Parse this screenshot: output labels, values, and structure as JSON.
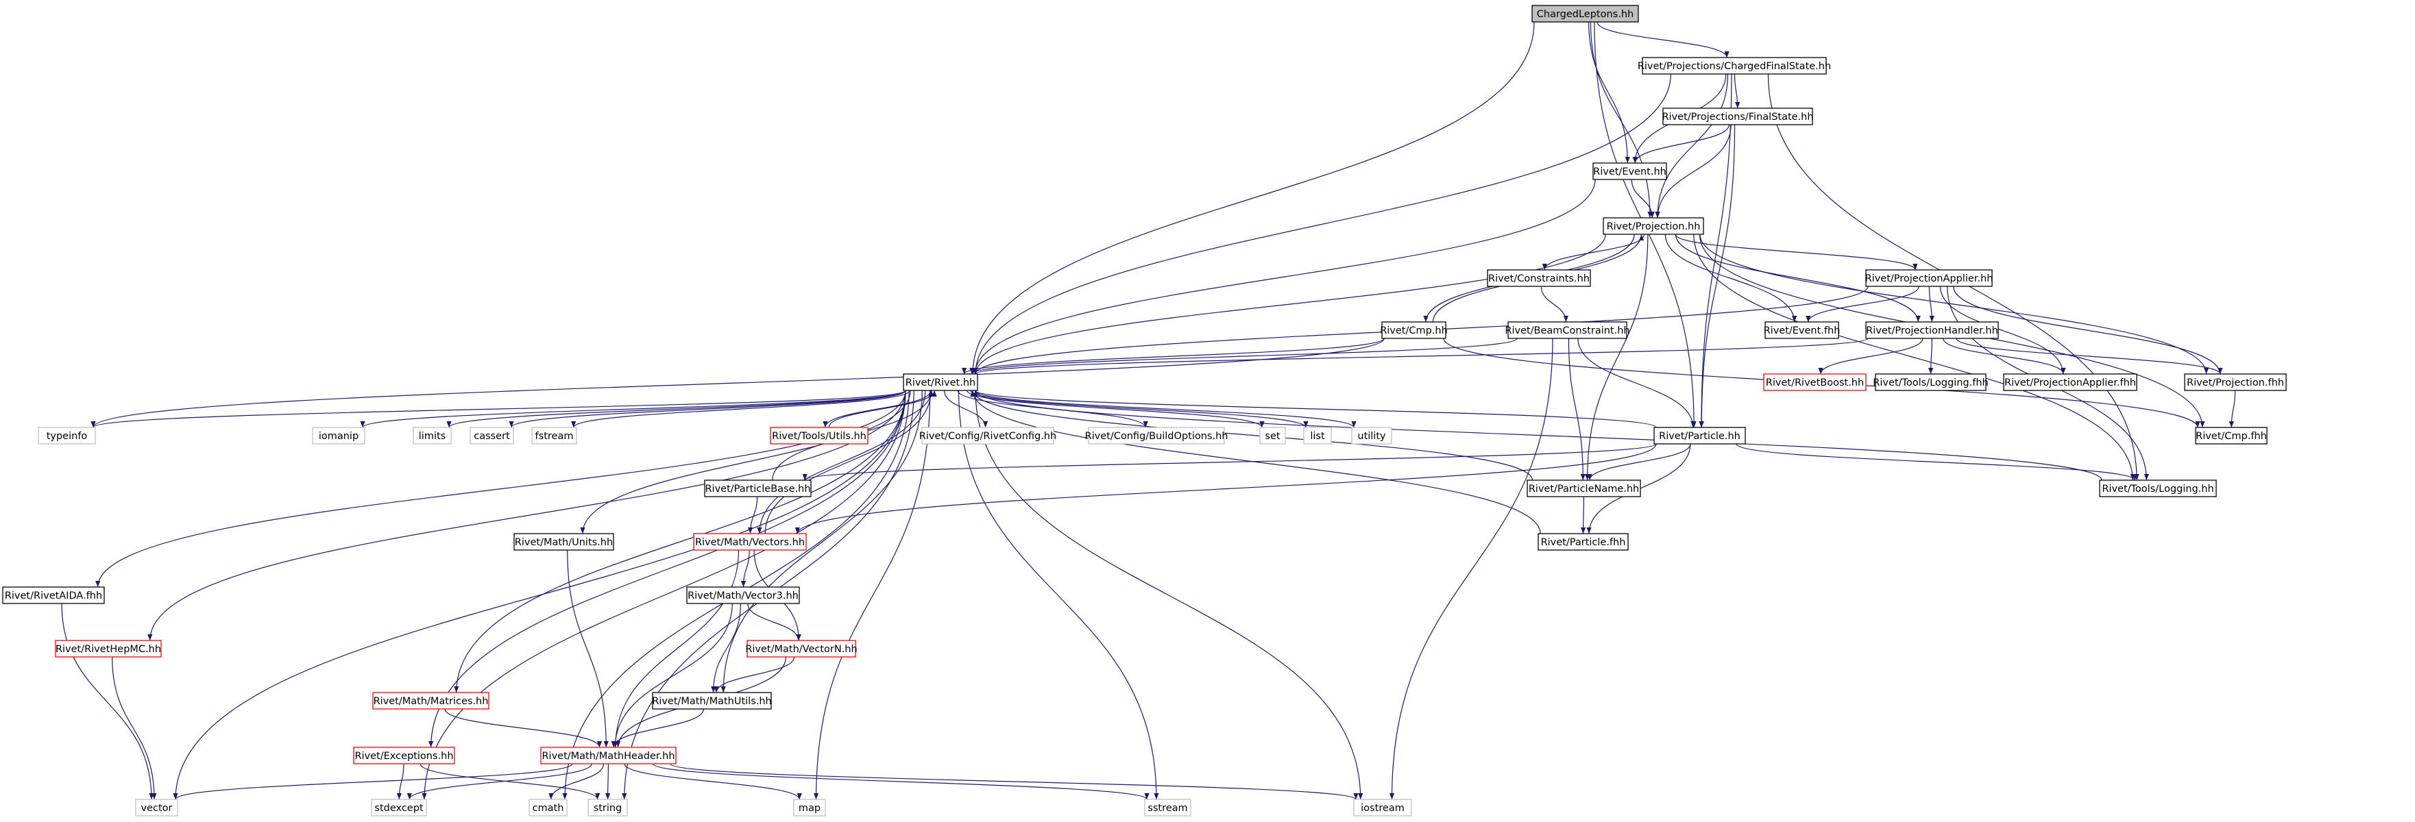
{
  "graph": {
    "nodes": [
      {
        "id": "charged_leptons",
        "label": "ChargedLeptons.hh",
        "style": "root"
      },
      {
        "id": "charged_fs",
        "label": "Rivet/Projections/ChargedFinalState.hh",
        "style": "normal"
      },
      {
        "id": "final_state",
        "label": "Rivet/Projections/FinalState.hh",
        "style": "normal"
      },
      {
        "id": "event_hh",
        "label": "Rivet/Event.hh",
        "style": "normal"
      },
      {
        "id": "projection_hh",
        "label": "Rivet/Projection.hh",
        "style": "normal"
      },
      {
        "id": "constraints_hh",
        "label": "Rivet/Constraints.hh",
        "style": "normal"
      },
      {
        "id": "projection_applier_hh",
        "label": "Rivet/ProjectionApplier.hh",
        "style": "normal"
      },
      {
        "id": "cmp_hh",
        "label": "Rivet/Cmp.hh",
        "style": "normal"
      },
      {
        "id": "beam_constraint_hh",
        "label": "Rivet/BeamConstraint.hh",
        "style": "normal"
      },
      {
        "id": "event_fhh",
        "label": "Rivet/Event.fhh",
        "style": "normal"
      },
      {
        "id": "projection_handler_hh",
        "label": "Rivet/ProjectionHandler.hh",
        "style": "normal"
      },
      {
        "id": "rivet_hh",
        "label": "Rivet/Rivet.hh",
        "style": "normal"
      },
      {
        "id": "rivet_boost_hh",
        "label": "Rivet/RivetBoost.hh",
        "style": "red"
      },
      {
        "id": "tools_logging_fhh",
        "label": "Rivet/Tools/Logging.fhh",
        "style": "normal"
      },
      {
        "id": "projection_applier_fhh",
        "label": "Rivet/ProjectionApplier.fhh",
        "style": "normal"
      },
      {
        "id": "projection_fhh",
        "label": "Rivet/Projection.fhh",
        "style": "normal"
      },
      {
        "id": "typeinfo",
        "label": "typeinfo",
        "style": "gray"
      },
      {
        "id": "iomanip",
        "label": "iomanip",
        "style": "gray"
      },
      {
        "id": "limits",
        "label": "limits",
        "style": "gray"
      },
      {
        "id": "cassert",
        "label": "cassert",
        "style": "gray"
      },
      {
        "id": "fstream",
        "label": "fstream",
        "style": "gray"
      },
      {
        "id": "tools_utils_hh",
        "label": "Rivet/Tools/Utils.hh",
        "style": "red"
      },
      {
        "id": "rivet_config_hh",
        "label": "Rivet/Config/RivetConfig.hh",
        "style": "gray"
      },
      {
        "id": "build_options_hh",
        "label": "Rivet/Config/BuildOptions.hh",
        "style": "gray"
      },
      {
        "id": "set",
        "label": "set",
        "style": "gray"
      },
      {
        "id": "list",
        "label": "list",
        "style": "gray"
      },
      {
        "id": "utility",
        "label": "utility",
        "style": "gray"
      },
      {
        "id": "particle_hh",
        "label": "Rivet/Particle.hh",
        "style": "normal"
      },
      {
        "id": "cmp_fhh",
        "label": "Rivet/Cmp.fhh",
        "style": "normal"
      },
      {
        "id": "particle_base_hh",
        "label": "Rivet/ParticleBase.hh",
        "style": "normal"
      },
      {
        "id": "particle_name_hh",
        "label": "Rivet/ParticleName.hh",
        "style": "normal"
      },
      {
        "id": "tools_logging_hh",
        "label": "Rivet/Tools/Logging.hh",
        "style": "normal"
      },
      {
        "id": "math_units_hh",
        "label": "Rivet/Math/Units.hh",
        "style": "normal"
      },
      {
        "id": "math_vectors_hh",
        "label": "Rivet/Math/Vectors.hh",
        "style": "red"
      },
      {
        "id": "particle_fhh",
        "label": "Rivet/Particle.fhh",
        "style": "normal"
      },
      {
        "id": "rivet_aida_fhh",
        "label": "Rivet/RivetAIDA.fhh",
        "style": "normal"
      },
      {
        "id": "math_vector3_hh",
        "label": "Rivet/Math/Vector3.hh",
        "style": "normal"
      },
      {
        "id": "rivet_hepmc_hh",
        "label": "Rivet/RivetHepMC.hh",
        "style": "red"
      },
      {
        "id": "math_vectorn_hh",
        "label": "Rivet/Math/VectorN.hh",
        "style": "red"
      },
      {
        "id": "math_mathutils_hh",
        "label": "Rivet/Math/MathUtils.hh",
        "style": "normal"
      },
      {
        "id": "math_matrices_hh",
        "label": "Rivet/Math/Matrices.hh",
        "style": "red"
      },
      {
        "id": "exceptions_hh",
        "label": "Rivet/Exceptions.hh",
        "style": "red"
      },
      {
        "id": "math_header_hh",
        "label": "Rivet/Math/MathHeader.hh",
        "style": "red"
      },
      {
        "id": "vector",
        "label": "vector",
        "style": "gray"
      },
      {
        "id": "stdexcept",
        "label": "stdexcept",
        "style": "gray"
      },
      {
        "id": "cmath",
        "label": "cmath",
        "style": "gray"
      },
      {
        "id": "string",
        "label": "string",
        "style": "gray"
      },
      {
        "id": "map",
        "label": "map",
        "style": "gray"
      },
      {
        "id": "sstream",
        "label": "sstream",
        "style": "gray"
      },
      {
        "id": "iostream",
        "label": "iostream",
        "style": "gray"
      }
    ],
    "edges": [
      [
        "charged_leptons",
        "charged_fs"
      ],
      [
        "charged_leptons",
        "event_hh"
      ],
      [
        "charged_leptons",
        "projection_hh"
      ],
      [
        "charged_leptons",
        "particle_hh"
      ],
      [
        "charged_leptons",
        "rivet_hh"
      ],
      [
        "charged_fs",
        "final_state"
      ],
      [
        "charged_fs",
        "event_hh"
      ],
      [
        "charged_fs",
        "projection_hh"
      ],
      [
        "charged_fs",
        "rivet_hh"
      ],
      [
        "charged_fs",
        "particle_hh"
      ],
      [
        "charged_fs",
        "tools_logging_hh"
      ],
      [
        "final_state",
        "event_hh"
      ],
      [
        "final_state",
        "projection_hh"
      ],
      [
        "final_state",
        "particle_hh"
      ],
      [
        "event_hh",
        "projection_hh"
      ],
      [
        "event_hh",
        "rivet_hh"
      ],
      [
        "projection_hh",
        "constraints_hh"
      ],
      [
        "projection_hh",
        "projection_applier_hh"
      ],
      [
        "projection_hh",
        "cmp_hh"
      ],
      [
        "projection_hh",
        "event_fhh"
      ],
      [
        "projection_hh",
        "projection_handler_hh"
      ],
      [
        "projection_hh",
        "rivet_hh"
      ],
      [
        "projection_hh",
        "particle_name_hh"
      ],
      [
        "projection_hh",
        "projection_fhh"
      ],
      [
        "projection_hh",
        "cmp_fhh"
      ],
      [
        "projection_hh",
        "tools_logging_hh"
      ],
      [
        "constraints_hh",
        "beam_constraint_hh"
      ],
      [
        "projection_applier_hh",
        "event_fhh"
      ],
      [
        "projection_applier_hh",
        "projection_handler_hh"
      ],
      [
        "projection_applier_hh",
        "rivet_hh"
      ],
      [
        "projection_applier_hh",
        "projection_fhh"
      ],
      [
        "projection_applier_hh",
        "projection_applier_fhh"
      ],
      [
        "projection_applier_hh",
        "tools_logging_hh"
      ],
      [
        "cmp_hh",
        "projection_hh"
      ],
      [
        "cmp_hh",
        "rivet_hh"
      ],
      [
        "cmp_hh",
        "cmp_fhh"
      ],
      [
        "cmp_hh",
        "typeinfo"
      ],
      [
        "beam_constraint_hh",
        "rivet_hh"
      ],
      [
        "beam_constraint_hh",
        "particle_hh"
      ],
      [
        "beam_constraint_hh",
        "particle_name_hh"
      ],
      [
        "beam_constraint_hh",
        "iostream"
      ],
      [
        "projection_handler_hh",
        "rivet_hh"
      ],
      [
        "projection_handler_hh",
        "rivet_boost_hh"
      ],
      [
        "projection_handler_hh",
        "tools_logging_fhh"
      ],
      [
        "projection_handler_hh",
        "projection_applier_fhh"
      ],
      [
        "projection_handler_hh",
        "projection_fhh"
      ],
      [
        "projection_fhh",
        "cmp_fhh"
      ],
      [
        "rivet_hh",
        "typeinfo"
      ],
      [
        "rivet_hh",
        "iomanip"
      ],
      [
        "rivet_hh",
        "limits"
      ],
      [
        "rivet_hh",
        "cassert"
      ],
      [
        "rivet_hh",
        "fstream"
      ],
      [
        "rivet_hh",
        "tools_utils_hh"
      ],
      [
        "rivet_hh",
        "rivet_config_hh"
      ],
      [
        "rivet_hh",
        "build_options_hh"
      ],
      [
        "rivet_hh",
        "set"
      ],
      [
        "rivet_hh",
        "list"
      ],
      [
        "rivet_hh",
        "utility"
      ],
      [
        "rivet_hh",
        "vector"
      ],
      [
        "rivet_hh",
        "stdexcept"
      ],
      [
        "rivet_hh",
        "cmath"
      ],
      [
        "rivet_hh",
        "string"
      ],
      [
        "rivet_hh",
        "map"
      ],
      [
        "rivet_hh",
        "sstream"
      ],
      [
        "rivet_hh",
        "iostream"
      ],
      [
        "rivet_hh",
        "rivet_aida_fhh"
      ],
      [
        "rivet_hh",
        "rivet_hepmc_hh"
      ],
      [
        "rivet_hh",
        "math_units_hh"
      ],
      [
        "rivet_hh",
        "math_vectors_hh"
      ],
      [
        "rivet_hh",
        "math_matrices_hh"
      ],
      [
        "rivet_hh",
        "exceptions_hh"
      ],
      [
        "rivet_hh",
        "math_mathutils_hh"
      ],
      [
        "tools_utils_hh",
        "rivet_hh"
      ],
      [
        "particle_hh",
        "rivet_hh"
      ],
      [
        "particle_hh",
        "particle_base_hh"
      ],
      [
        "particle_hh",
        "particle_name_hh"
      ],
      [
        "particle_hh",
        "particle_fhh"
      ],
      [
        "particle_hh",
        "math_vectors_hh"
      ],
      [
        "particle_hh",
        "tools_logging_hh"
      ],
      [
        "particle_base_hh",
        "rivet_hh"
      ],
      [
        "particle_base_hh",
        "math_vectors_hh"
      ],
      [
        "particle_name_hh",
        "rivet_hh"
      ],
      [
        "particle_name_hh",
        "particle_fhh"
      ],
      [
        "tools_logging_hh",
        "rivet_hh"
      ],
      [
        "particle_fhh",
        "rivet_hh"
      ],
      [
        "math_units_hh",
        "math_header_hh"
      ],
      [
        "math_vectors_hh",
        "math_vector3_hh"
      ],
      [
        "math_vectors_hh",
        "math_vectorn_hh"
      ],
      [
        "math_vectors_hh",
        "math_header_hh"
      ],
      [
        "math_vectors_hh",
        "rivet_hh"
      ],
      [
        "math_vector3_hh",
        "math_vectorn_hh"
      ],
      [
        "math_vector3_hh",
        "math_mathutils_hh"
      ],
      [
        "math_vector3_hh",
        "math_header_hh"
      ],
      [
        "math_vectorn_hh",
        "math_mathutils_hh"
      ],
      [
        "math_vectorn_hh",
        "math_header_hh"
      ],
      [
        "math_mathutils_hh",
        "math_header_hh"
      ],
      [
        "math_matrices_hh",
        "math_header_hh"
      ],
      [
        "rivet_aida_fhh",
        "vector"
      ],
      [
        "rivet_hepmc_hh",
        "vector"
      ],
      [
        "exceptions_hh",
        "stdexcept"
      ],
      [
        "exceptions_hh",
        "string"
      ],
      [
        "math_header_hh",
        "vector"
      ],
      [
        "math_header_hh",
        "stdexcept"
      ],
      [
        "math_header_hh",
        "cmath"
      ],
      [
        "math_header_hh",
        "string"
      ],
      [
        "math_header_hh",
        "map"
      ],
      [
        "math_header_hh",
        "sstream"
      ],
      [
        "math_header_hh",
        "iostream"
      ]
    ]
  },
  "colors": {
    "edge": "#191970",
    "node_border": "#000000",
    "red_border": "#ff0000",
    "gray_border": "#bfbfbf",
    "root_fill": "#bfbfbf",
    "node_fill": "#ffffff",
    "text": "#000000"
  }
}
